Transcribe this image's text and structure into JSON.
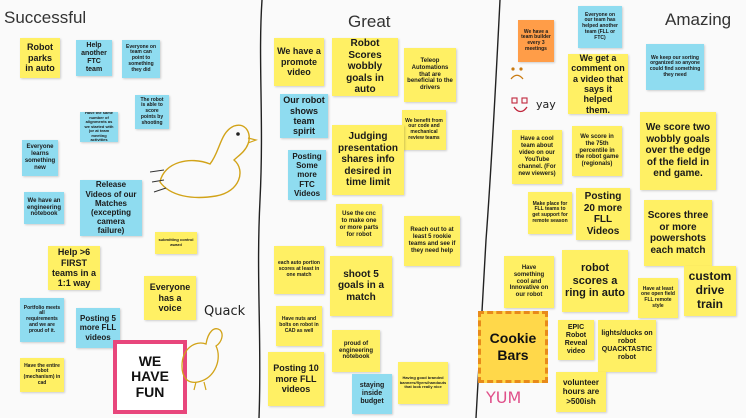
{
  "columns": {
    "successful": "Successful",
    "great": "Great",
    "amazing": "Amazing"
  },
  "notes": {
    "robot_parks": "Robot parks in auto",
    "help_ftc": "Help another FTC team",
    "point_to": "Everyone on team can point to something they did",
    "same_num_alignments": "Have the same number of alignments as we started with (or at team meeting activities",
    "able_score": "The robot is able to score points by shooting",
    "everyone_learns": "Everyone learns something new",
    "eng_notebook": "We have an engineering notebook",
    "release_videos": "Release Videos of our Matches (excepting camera failure)",
    "submitting_award": "submitting control award",
    "help_first": "Help >6 FIRST teams in a 1:1 way",
    "everyone_voice": "Everyone has a voice",
    "portfolio": "Portfolio meets all requirements and we are proud of it.",
    "posting_5": "Posting 5 more FLL videos",
    "entire_robot_cad": "Have the entire robot (mechanism) in cad",
    "we_have_fun": "WE\nHAVE\nFUN",
    "quack": "Quack",
    "promote_video": "We have a promote video",
    "robot_scores_wobbly": "Robot Scores wobbly goals in auto",
    "teleop_auto": "Teleop Automations that are beneficial to the drivers",
    "team_spirit": "Our robot shows team spirit",
    "benefit_code": "We benefit from our code and mechanical review teams",
    "judging": "Judging presentation shares info desired in time limit",
    "posting_some_ftc": "Posting Some more FTC Videos",
    "use_cnc": "Use the cnc to make one or more parts for robot",
    "reach_out": "Reach out to at least 5 rookie teams and see if they need help",
    "auto_portion": "each auto portion scores at least in one match",
    "shoot_5": "shoot 5 goals in a match",
    "nuts_bolts": "Have nuts and bolts on robot in CAD as well",
    "proud_notebook": "proud of engineering notebook",
    "posting_10": "Posting 10 more FLL videos",
    "inside_budget": "staying inside budget",
    "good_banners": "Having good branded banners/flyers/handouts that look really nice",
    "team_builder": "We have a team builder every 3 meetings",
    "helped_another": "Everyone on our team has helped another team (FLL or FTC)",
    "comment_video": "We get a comment on a video that says it helped them.",
    "keep_sorting": "We keep our sorting organized so anyone could find something they need",
    "yay": "yay",
    "cool_team_video": "Have a cool team about video on our YouTube channel. (For new viewers)",
    "percentile_75": "We score in the 75th percentile in the robot game (regionals)",
    "two_wobbly": "We score two wobbly goals over the edge of the field in end game.",
    "place_fll": "Make place for FLL teams to get support for remote season",
    "posting_20": "Posting 20 more FLL Videos",
    "three_powershots": "Scores three or more powershots each match",
    "cool_innovative": "Have something cool and Innovative on our robot",
    "ring_in_auto": "robot scores a ring in auto",
    "one_open_field": "Have at least one open field FLL remote style",
    "custom_drive": "custom drive train",
    "cookie_bars": "Cookie\nBars",
    "epic_reveal": "EPIC Robot Reveal video",
    "lights_ducks": "lights/ducks on robot QUACKTASTIC robot",
    "volunteer_hours": "volunteer hours are >500ish",
    "yum": "YUM"
  },
  "colors": {
    "yellow": "#fff064",
    "blue": "#8fdcf0",
    "orange": "#ff9d48",
    "pink_border": "#e8467c"
  }
}
